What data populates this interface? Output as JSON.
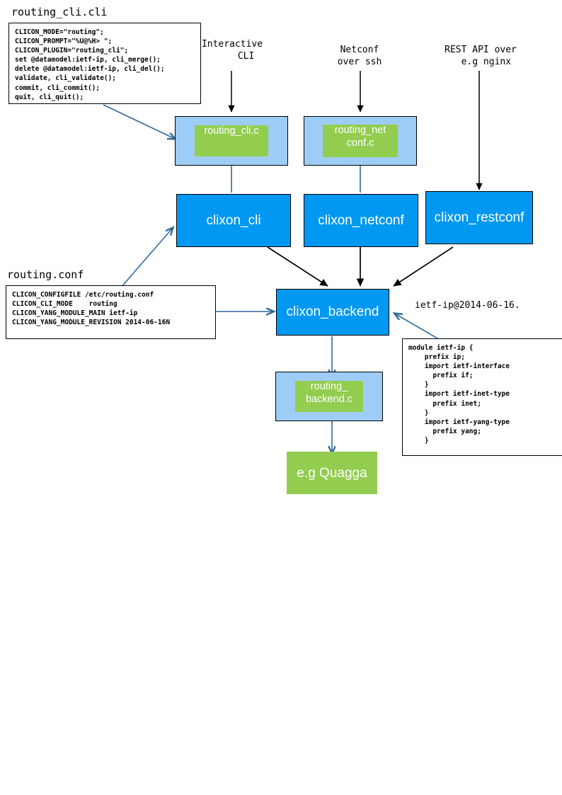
{
  "diagram": {
    "title_cli_file": "routing_cli.cli",
    "title_conf_file": "routing.conf",
    "cli_code": "CLICON_MODE=\"routing\";\nCLICON_PROMPT=\"%U@%H> \";\nCLICON_PLUGIN=\"routing_cli\";\nset @datamodel:ietf-ip, cli_merge();\ndelete @datamodel:ietf-ip, cli_del();\nvalidate, cli_validate();\ncommit, cli_commit();\nquit, cli_quit();",
    "conf_code": "CLICON_CONFIGFILE /etc/routing.conf\nCLICON_CLI_MODE    routing\nCLICON_YANG_MODULE_MAIN ietf-ip\nCLICON_YANG_MODULE_REVISION 2014-06-16N",
    "yang_code": "module ietf-ip {\n    prefix ip;\n    import ietf-interface\n      prefix if;\n    }\n    import ietf-inet-type\n      prefix inet;\n    }\n    import ietf-yang-type\n      prefix yang;\n    }",
    "yang_label": "ietf-ip@2014-06-16.",
    "annotations": {
      "interactive_cli": "Interactive\n     CLI",
      "netconf_ssh": "Netconf\nover ssh",
      "rest_api": "REST API over\n  e.g nginx"
    },
    "plugins": {
      "routing_cli_c": "routing_cli.c",
      "routing_netconf_c": "routing_net\nconf.c",
      "routing_backend_c": "routing_\nbackend.c"
    },
    "processes": {
      "clixon_cli": "clixon_cli",
      "clixon_netconf": "clixon_netconf",
      "clixon_restconf": "clixon_restconf",
      "clixon_backend": "clixon_backend"
    },
    "routing_daemon": "e.g\nQuagga",
    "colors": {
      "process_blue": "#0098f0",
      "container_blue": "#9dcdf7",
      "plugin_green": "#92cd4f",
      "arrow_black": "#000000",
      "arrow_blue": "#31699c"
    }
  }
}
